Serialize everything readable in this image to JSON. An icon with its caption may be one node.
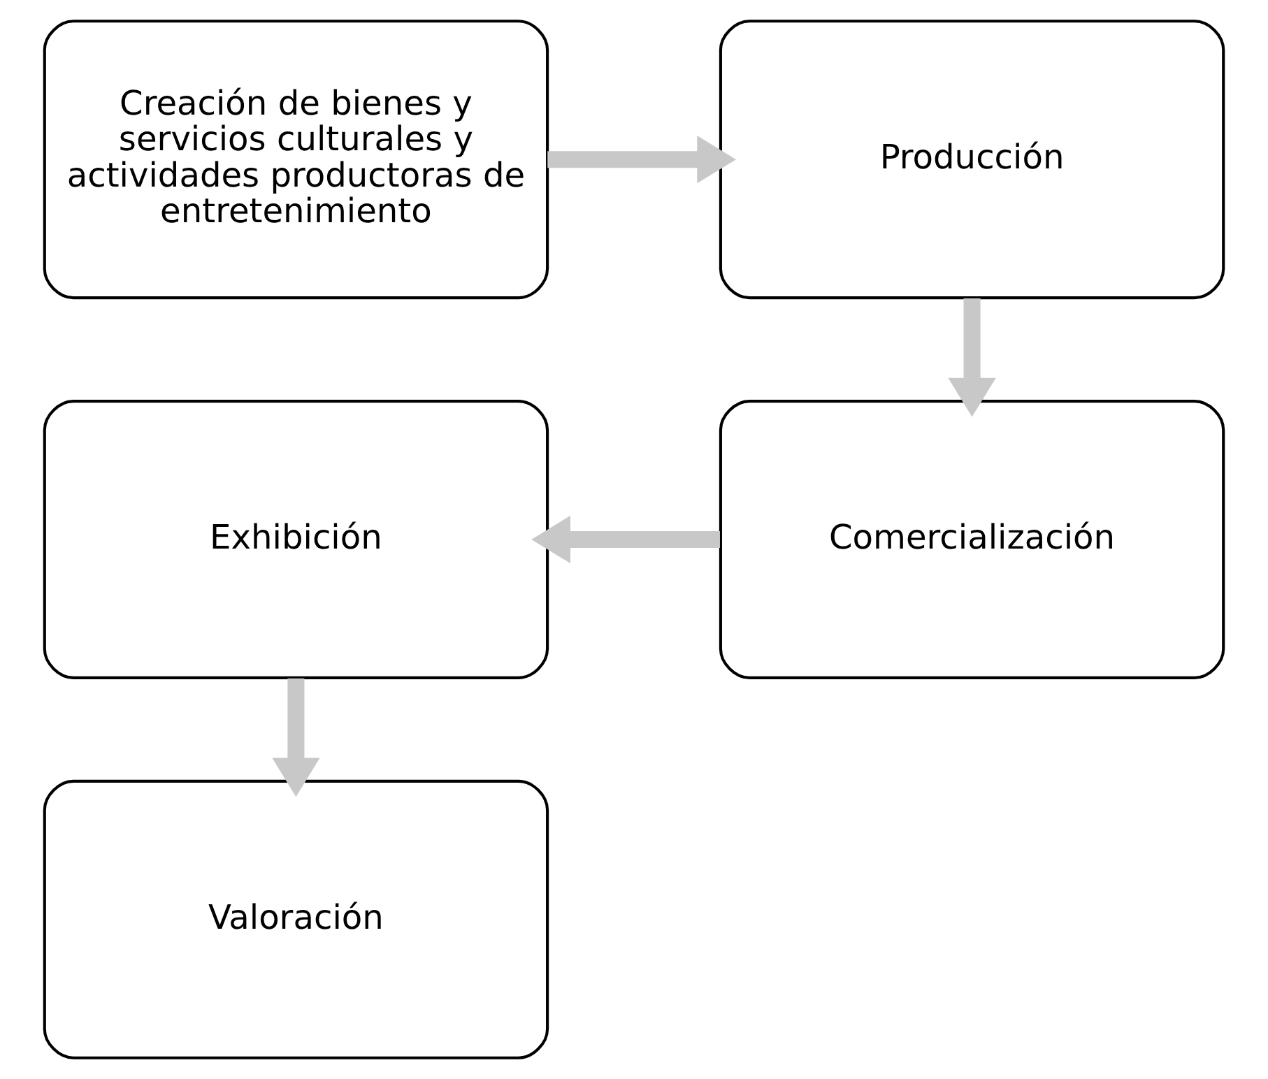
{
  "diagram": {
    "nodes": [
      {
        "text": [
          "Creación de bienes y servicios culturales y actividades productoras de entretenimiento"
        ]
      },
      {
        "text": [
          "Producción"
        ]
      },
      {
        "text": [
          "Comercialización"
        ]
      },
      {
        "text": [
          "Exhibición"
        ]
      },
      {
        "text": [
          "Valoración"
        ]
      }
    ],
    "edges": [
      {
        "from": 0,
        "to": 1,
        "arrow": "to"
      },
      {
        "from": 1,
        "to": 2,
        "arrow": "to"
      },
      {
        "from": 2,
        "to": 3,
        "arrow": "to"
      },
      {
        "from": 3,
        "to": 4,
        "arrow": "to"
      }
    ]
  }
}
